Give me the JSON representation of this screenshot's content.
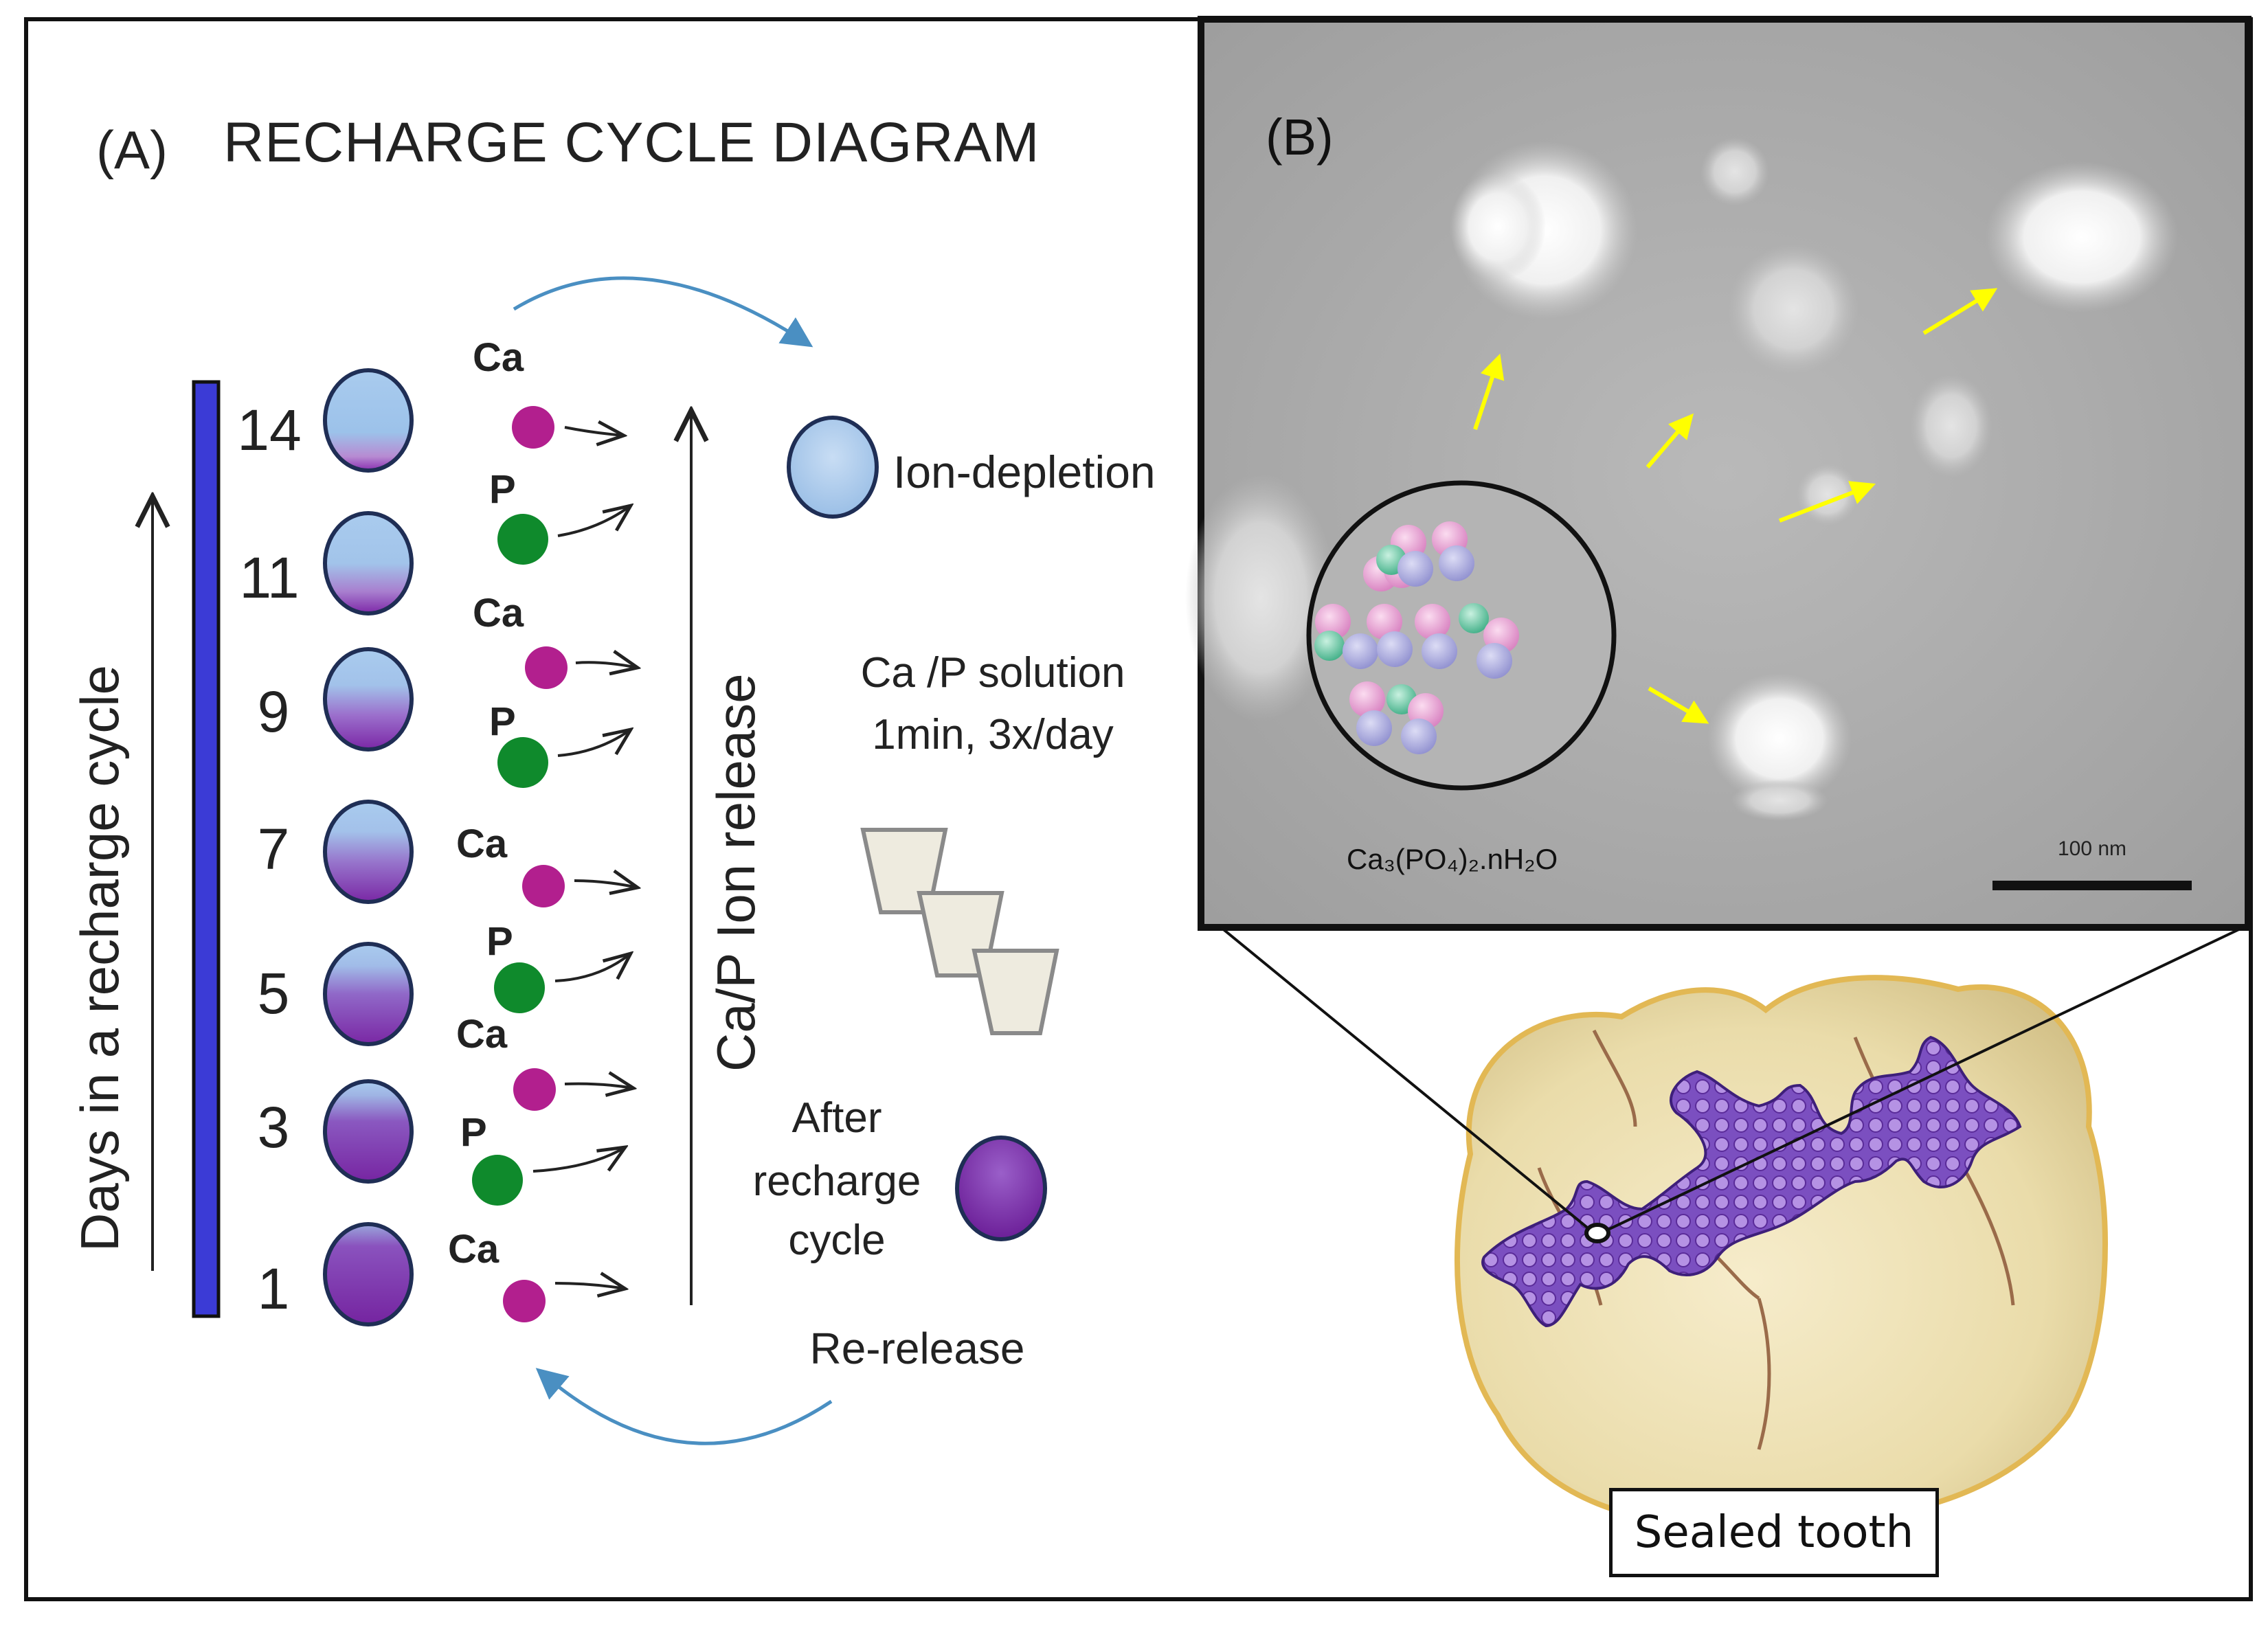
{
  "panel_a": {
    "label": "(A)",
    "title": "RECHARGE CYCLE DIAGRAM",
    "y_axis_label": "Days in a recharge cycle",
    "release_axis_label": "Ca/P Ion release",
    "days": [
      "14",
      "11",
      "9",
      "7",
      "5",
      "3",
      "1"
    ],
    "ions": [
      "Ca",
      "P",
      "Ca",
      "P",
      "Ca",
      "P",
      "Ca",
      "P",
      "Ca"
    ],
    "ion_depletion_label": "Ion-depletion",
    "solution_label_line1": "Ca /P solution",
    "solution_label_line2": "1min, 3x/day",
    "after_line1": "After",
    "after_line2": "recharge",
    "after_line3": "cycle",
    "re_release_label": "Re-release",
    "colors": {
      "ca_ion": "#b21f8e",
      "p_ion": "#0f8a2c",
      "axis_bar": "#3b3bd6",
      "depleted": "#a8c9ec",
      "charged": "#7a2aa3",
      "cycle_arrow": "#4a8fc2"
    }
  },
  "panel_b": {
    "label": "(B)",
    "formula": "Ca₃(PO₄)₂.nH₂O",
    "scale_bar_label": "100 nm",
    "arrow_color": "#ffff00"
  },
  "tooth": {
    "label": "Sealed tooth"
  }
}
